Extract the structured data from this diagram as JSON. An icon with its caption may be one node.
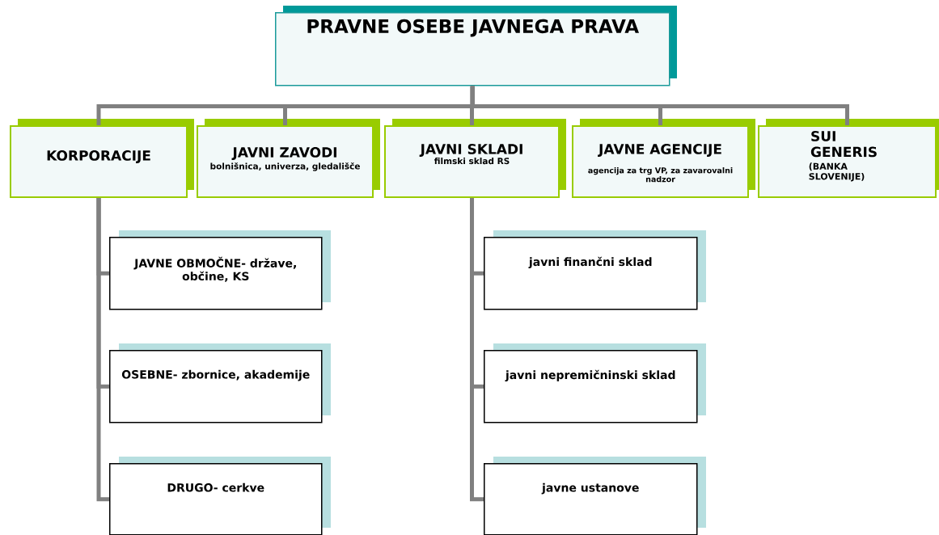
{
  "diagram": {
    "nodes": [
      {
        "text": [
          "PRAVNE OSEBE JAVNEGA PRAVA"
        ]
      },
      {
        "text": [
          "KORPORACIJE"
        ]
      },
      {
        "text": [
          "JAVNI ZAVODI",
          "bolnišnica, univerza, gledališče"
        ]
      },
      {
        "text": [
          "JAVNI SKLADI",
          "filmski sklad RS"
        ]
      },
      {
        "text": [
          "JAVNE AGENCIJE",
          "agencija za trg VP, za zavarovalni nadzor"
        ]
      },
      {
        "text": [
          "SUI GENERIS",
          "(BANKA SLOVENIJE)"
        ]
      },
      {
        "text": [
          "JAVNE OBMOČNE- države, občine, KS"
        ]
      },
      {
        "text": [
          "OSEBNE- zbornice, akademije"
        ]
      },
      {
        "text": [
          "DRUGO- cerkve"
        ]
      },
      {
        "text": [
          "javni finančni sklad"
        ]
      },
      {
        "text": [
          "javni nepremičninski sklad"
        ]
      },
      {
        "text": [
          "javne ustanove"
        ]
      }
    ],
    "edges": [
      {
        "from": 0,
        "to": 1,
        "arrow": "none"
      },
      {
        "from": 0,
        "to": 2,
        "arrow": "none"
      },
      {
        "from": 0,
        "to": 3,
        "arrow": "none"
      },
      {
        "from": 0,
        "to": 4,
        "arrow": "none"
      },
      {
        "from": 0,
        "to": 5,
        "arrow": "none"
      },
      {
        "from": 1,
        "to": 6,
        "arrow": "none"
      },
      {
        "from": 1,
        "to": 7,
        "arrow": "none"
      },
      {
        "from": 1,
        "to": 8,
        "arrow": "none"
      },
      {
        "from": 3,
        "to": 9,
        "arrow": "none"
      },
      {
        "from": 3,
        "to": 10,
        "arrow": "none"
      },
      {
        "from": 3,
        "to": 11,
        "arrow": "none"
      }
    ]
  }
}
